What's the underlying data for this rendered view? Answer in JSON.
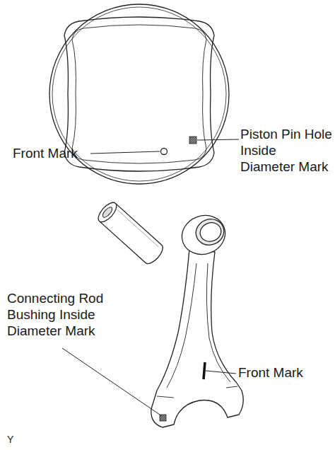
{
  "diagram": {
    "labels": [
      "Front Mark",
      "Piston Pin Hole Inside Diameter Mark",
      "Connecting Rod Bushing Inside Diameter Mark",
      "Front Mark",
      "Y"
    ]
  }
}
